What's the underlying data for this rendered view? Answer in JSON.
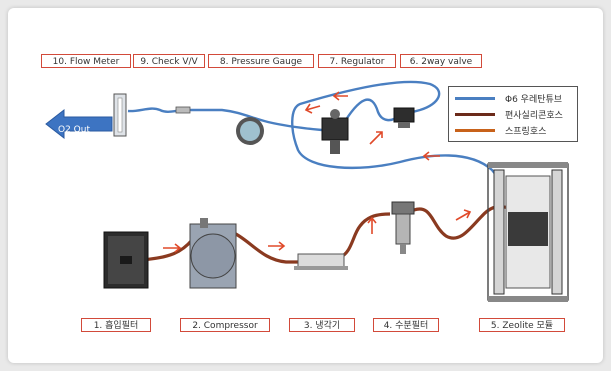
{
  "top_labels": [
    {
      "text": "10. Flow Meter"
    },
    {
      "text": "9. Check V/V"
    },
    {
      "text": "8. Pressure Gauge"
    },
    {
      "text": "7. Regulator"
    },
    {
      "text": "6. 2way valve"
    }
  ],
  "bottom_labels": [
    {
      "text": "1. 흡입필터"
    },
    {
      "text": "2. Compressor"
    },
    {
      "text": "3. 냉각기"
    },
    {
      "text": "4. 수분필터"
    },
    {
      "text": "5. Zeolite 모듈"
    }
  ],
  "legend": [
    {
      "text": "Φ6 우레탄튜브",
      "color": "#4a7fc1"
    },
    {
      "text": "편사실리콘호스",
      "color": "#6b2a1a"
    },
    {
      "text": "스프링호스",
      "color": "#c8621a"
    }
  ],
  "o2_out": "O2 Out",
  "colors": {
    "tube": "#4a7fc1",
    "hose": "#8a3a20",
    "arrow": "#e04a2a",
    "label_border": "#d24a3a"
  }
}
